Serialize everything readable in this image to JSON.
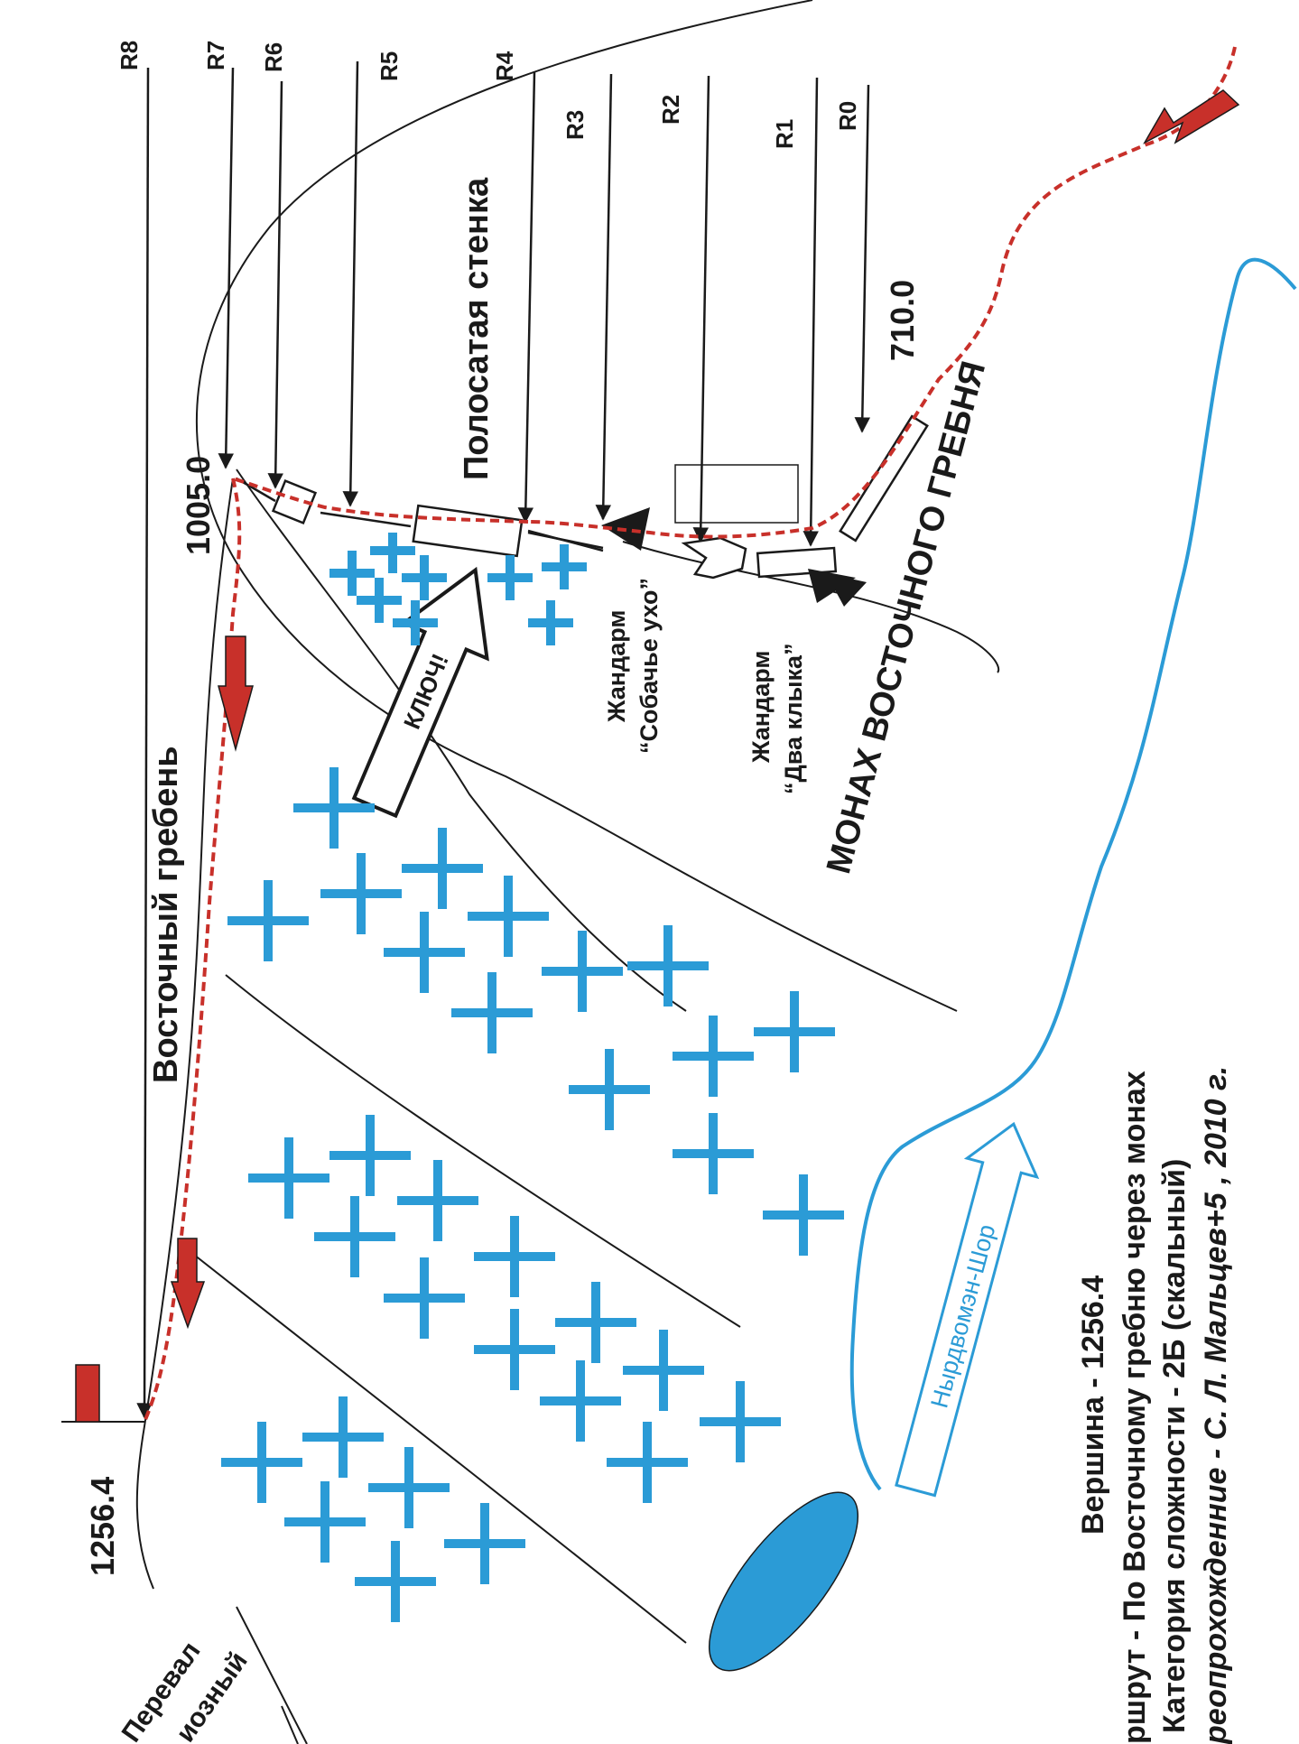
{
  "colors": {
    "line": "#1a1a1a",
    "route": "#c8302a",
    "glacier": "#2b9bd6",
    "river": "#2b9bd6"
  },
  "labels": {
    "r8": "R8",
    "r7": "R7",
    "r6": "R6",
    "r5": "R5",
    "r4": "R4",
    "r3": "R3",
    "r2": "R2",
    "r1": "R1",
    "r0": "R0",
    "striped_wall": "Полосатая стенка",
    "east_ridge": "Восточный гребень",
    "monk": "МОНАХ ВОСТОЧНОГО ГРЕБНЯ",
    "gendarme_ear_1": "Жандарм",
    "gendarme_ear_2": "“Собачье ухо”",
    "gendarme_fang_1": "Жандарм",
    "gendarme_fang_2": "“Два клыка”",
    "key": "КЛЮЧ!",
    "alt_summit": "1256.4",
    "alt_1005": "1005.0",
    "alt_710": "710.0",
    "river": "Нырдвомэн-Шор",
    "pass_1": "Перевал",
    "pass_2": "иозный"
  },
  "legend": {
    "line1": "Вершина - 1256.4",
    "line2": "ршрут - По Восточному гребню через монах",
    "line3": "Категория сложности - 2Б (скальный)",
    "line4_prefix": "реопрохожденние - С. Л. Мальцев+5 , 2010 г."
  }
}
